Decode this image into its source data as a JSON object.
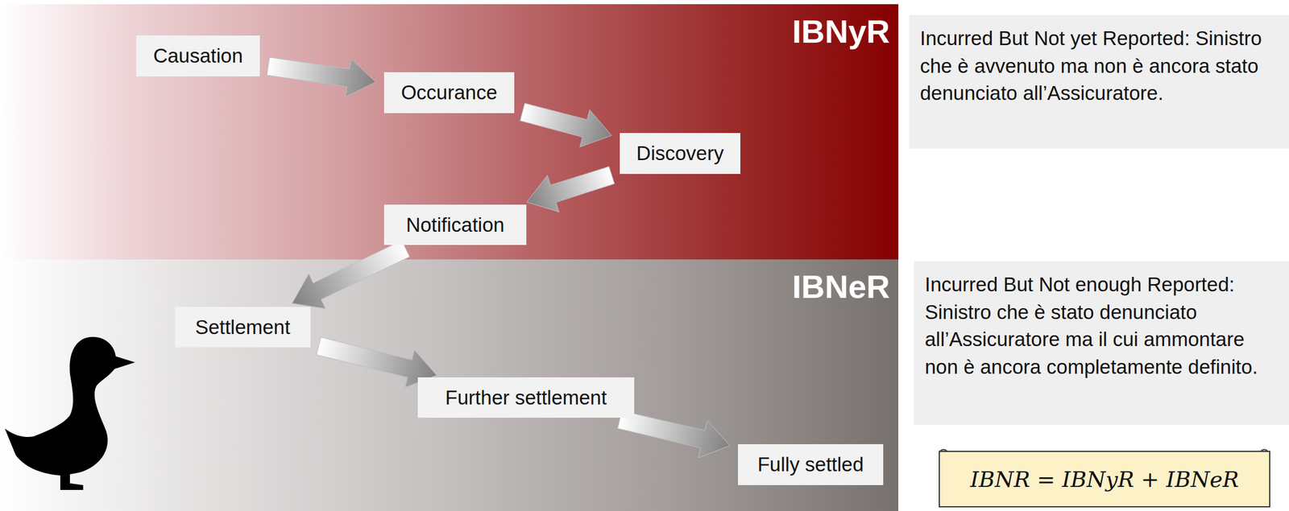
{
  "diagram": {
    "nodes": [
      {
        "text": [
          "IBNyR"
        ]
      },
      {
        "text": [
          "Causation"
        ],
        "in": 0
      },
      {
        "text": [
          "Occurance"
        ],
        "in": 0
      },
      {
        "text": [
          "Discovery"
        ],
        "in": 0
      },
      {
        "text": [
          "Notification"
        ],
        "in": 0
      },
      {
        "text": [
          "IBNeR"
        ]
      },
      {
        "text": [
          "Settlement"
        ],
        "in": 5
      },
      {
        "text": [
          "Further settlement"
        ],
        "in": 5
      },
      {
        "text": [
          "Fully settled"
        ],
        "in": 5
      },
      {
        "text": [
          "Incurred But Not yet Reported: Sinistro che è avvenuto ma non è ancora stato denunciato all’Assicuratore."
        ]
      },
      {
        "text": [
          "Incurred But Not enough Reported: Sinistro che è stato denunciato all’Assicuratore ma il cui ammontare non è ancora completamente definito."
        ]
      },
      {
        "text": [
          "IBNR = IBNyR + IBNeR"
        ]
      }
    ],
    "edges": [
      {
        "from": 1,
        "to": 2,
        "arrow": "to"
      },
      {
        "from": 2,
        "to": 3,
        "arrow": "to"
      },
      {
        "from": 3,
        "to": 4,
        "arrow": "to"
      },
      {
        "from": 4,
        "to": 6,
        "arrow": "to"
      },
      {
        "from": 6,
        "to": 7,
        "arrow": "to"
      },
      {
        "from": 7,
        "to": 8,
        "arrow": "to"
      }
    ]
  }
}
